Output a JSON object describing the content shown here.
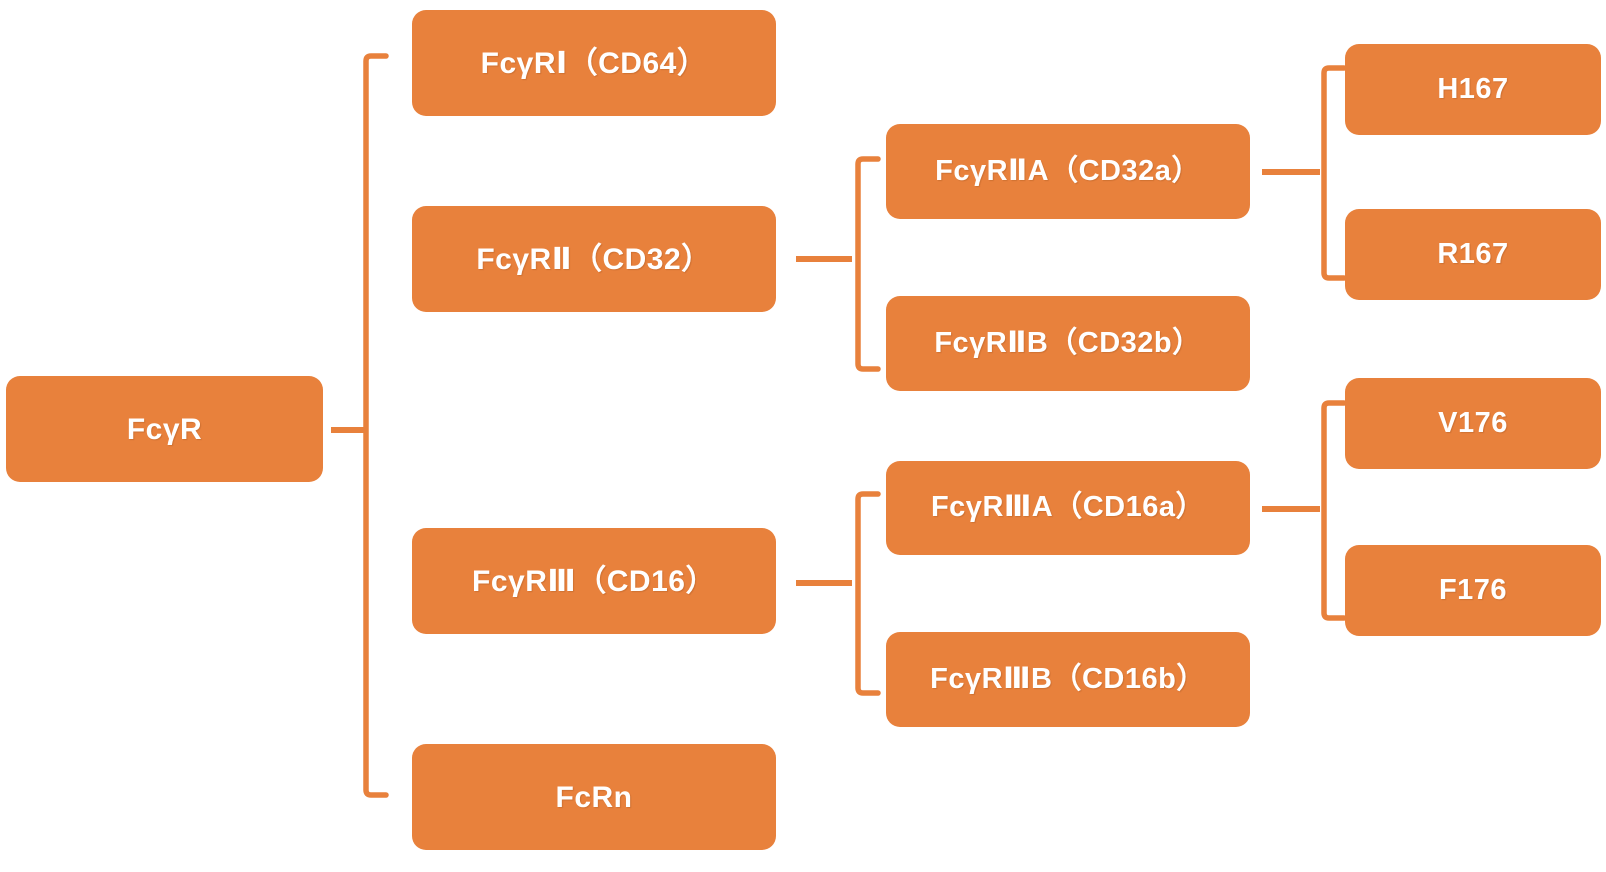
{
  "diagram": {
    "title": "Fc gamma receptor family classification",
    "background_color": "#ffffff",
    "node_color": "#E8813C",
    "text_color": "#ffffff",
    "connector_color": "#E8813C"
  },
  "nodes": {
    "root": "FcγR",
    "level2": {
      "fcgr1": "FcγRⅠ（CD64）",
      "fcgr2": "FcγRⅡ（CD32）",
      "fcgr3": "FcγRⅢ（CD16）",
      "fcrn": "FcRn"
    },
    "level3": {
      "fcgr2a": "FcγRⅡA（CD32a）",
      "fcgr2b": "FcγRⅡB（CD32b）",
      "fcgr3a": "FcγRⅢA（CD16a）",
      "fcgr3b": "FcγRⅢB（CD16b）"
    },
    "level4": {
      "h167": "H167",
      "r167": "R167",
      "v176": "V176",
      "f176": "F176"
    }
  },
  "hierarchy": [
    {
      "label": "FcγR",
      "children": [
        {
          "label": "FcγRⅠ（CD64）",
          "children": []
        },
        {
          "label": "FcγRⅡ（CD32）",
          "children": [
            {
              "label": "FcγRⅡA（CD32a）",
              "children": [
                {
                  "label": "H167",
                  "children": []
                },
                {
                  "label": "R167",
                  "children": []
                }
              ]
            },
            {
              "label": "FcγRⅡB（CD32b）",
              "children": []
            }
          ]
        },
        {
          "label": "FcγRⅢ（CD16）",
          "children": [
            {
              "label": "FcγRⅢA（CD16a）",
              "children": [
                {
                  "label": "V176",
                  "children": []
                },
                {
                  "label": "F176",
                  "children": []
                }
              ]
            },
            {
              "label": "FcγRⅢB（CD16b）",
              "children": []
            }
          ]
        },
        {
          "label": "FcRn",
          "children": []
        }
      ]
    }
  ]
}
